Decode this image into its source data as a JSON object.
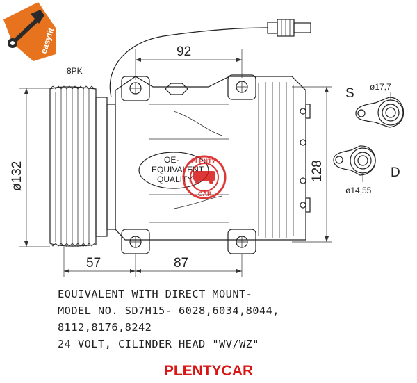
{
  "badge": {
    "text": "easyfit",
    "color_orange": "#e8731e",
    "icon": "wrench-icon"
  },
  "belt_label": "8PK",
  "dimensions": {
    "top_width": "92",
    "pulley_diameter": "ø132",
    "body_height": "128",
    "left_offset": "57",
    "bottom_width": "87"
  },
  "ports": {
    "suction": {
      "letter": "S",
      "diameter": "ø17,7"
    },
    "discharge": {
      "letter": "D",
      "diameter": "ø14,55"
    }
  },
  "oe_stamp": {
    "line1": "OE-",
    "line2": "EQUIVALENT",
    "line3": "QUALITY"
  },
  "watermark": {
    "line1": "PLENTY",
    "line2": "CAR",
    "color": "#d81616"
  },
  "caption": {
    "line1": "EQUIVALENT WITH DIRECT MOUNT-",
    "line2": "MODEL NO. SD7H15- 6028,6034,8044,",
    "line3": "8112,8176,8242",
    "line4": "24 VOLT, CILINDER HEAD \"WV/WZ\""
  },
  "brand": {
    "text": "PLENTYCAR",
    "color": "#d81616"
  }
}
